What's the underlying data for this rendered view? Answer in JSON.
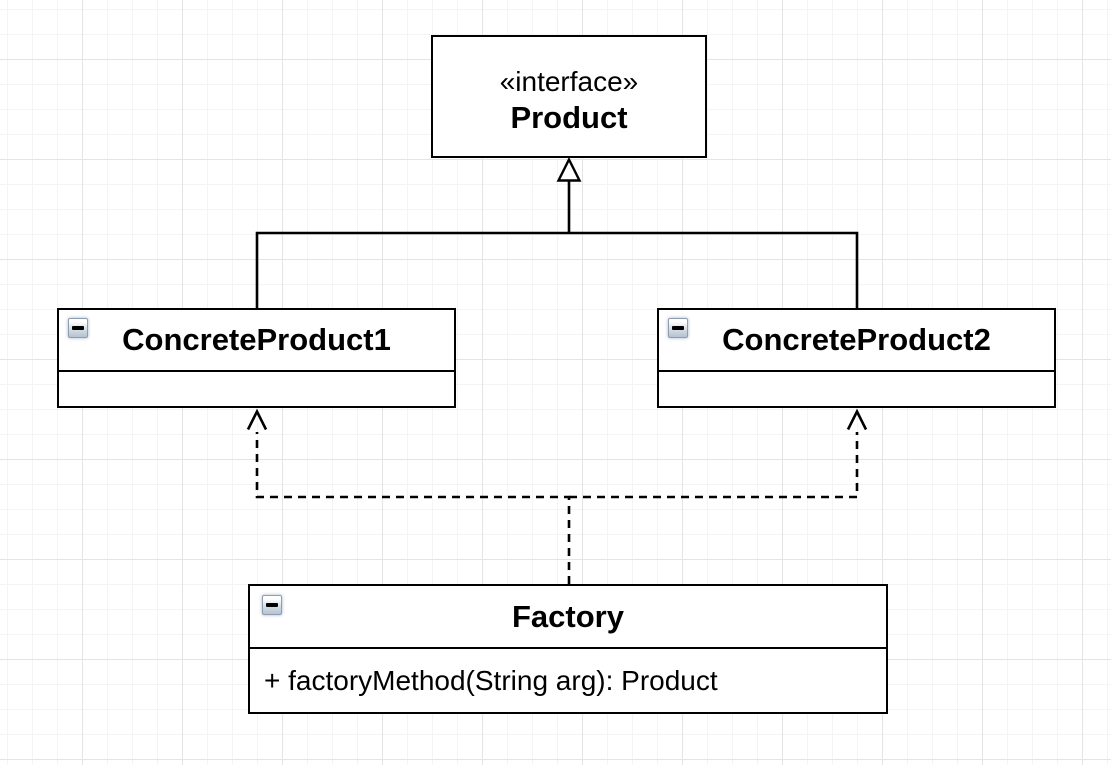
{
  "colors": {
    "canvas_bg": "#ffffff",
    "grid_minor": "#f4f4f4",
    "grid_major": "#e4e4e4",
    "node_fill": "#ffffff",
    "node_border": "#000000",
    "edge": "#000000",
    "text": "#000000",
    "collapse_border": "#8e9db0",
    "collapse_top": "#ffffff",
    "collapse_bottom": "#b6c2d2"
  },
  "nodes": {
    "product": {
      "stereotype": "«interface»",
      "name": "Product"
    },
    "concrete_product_1": {
      "name": "ConcreteProduct1"
    },
    "concrete_product_2": {
      "name": "ConcreteProduct2"
    },
    "factory": {
      "name": "Factory",
      "method": "+ factoryMethod(String arg): Product"
    }
  },
  "edges": [
    {
      "type": "realization",
      "from": "ConcreteProduct1",
      "to": "Product",
      "line": "solid",
      "arrowhead": "hollow-triangle"
    },
    {
      "type": "realization",
      "from": "ConcreteProduct2",
      "to": "Product",
      "line": "solid",
      "arrowhead": "hollow-triangle"
    },
    {
      "type": "dependency",
      "from": "Factory",
      "to": "ConcreteProduct1",
      "line": "dashed",
      "arrowhead": "open"
    },
    {
      "type": "dependency",
      "from": "Factory",
      "to": "ConcreteProduct2",
      "line": "dashed",
      "arrowhead": "open"
    }
  ],
  "icons": {
    "collapse": "minus-box"
  }
}
